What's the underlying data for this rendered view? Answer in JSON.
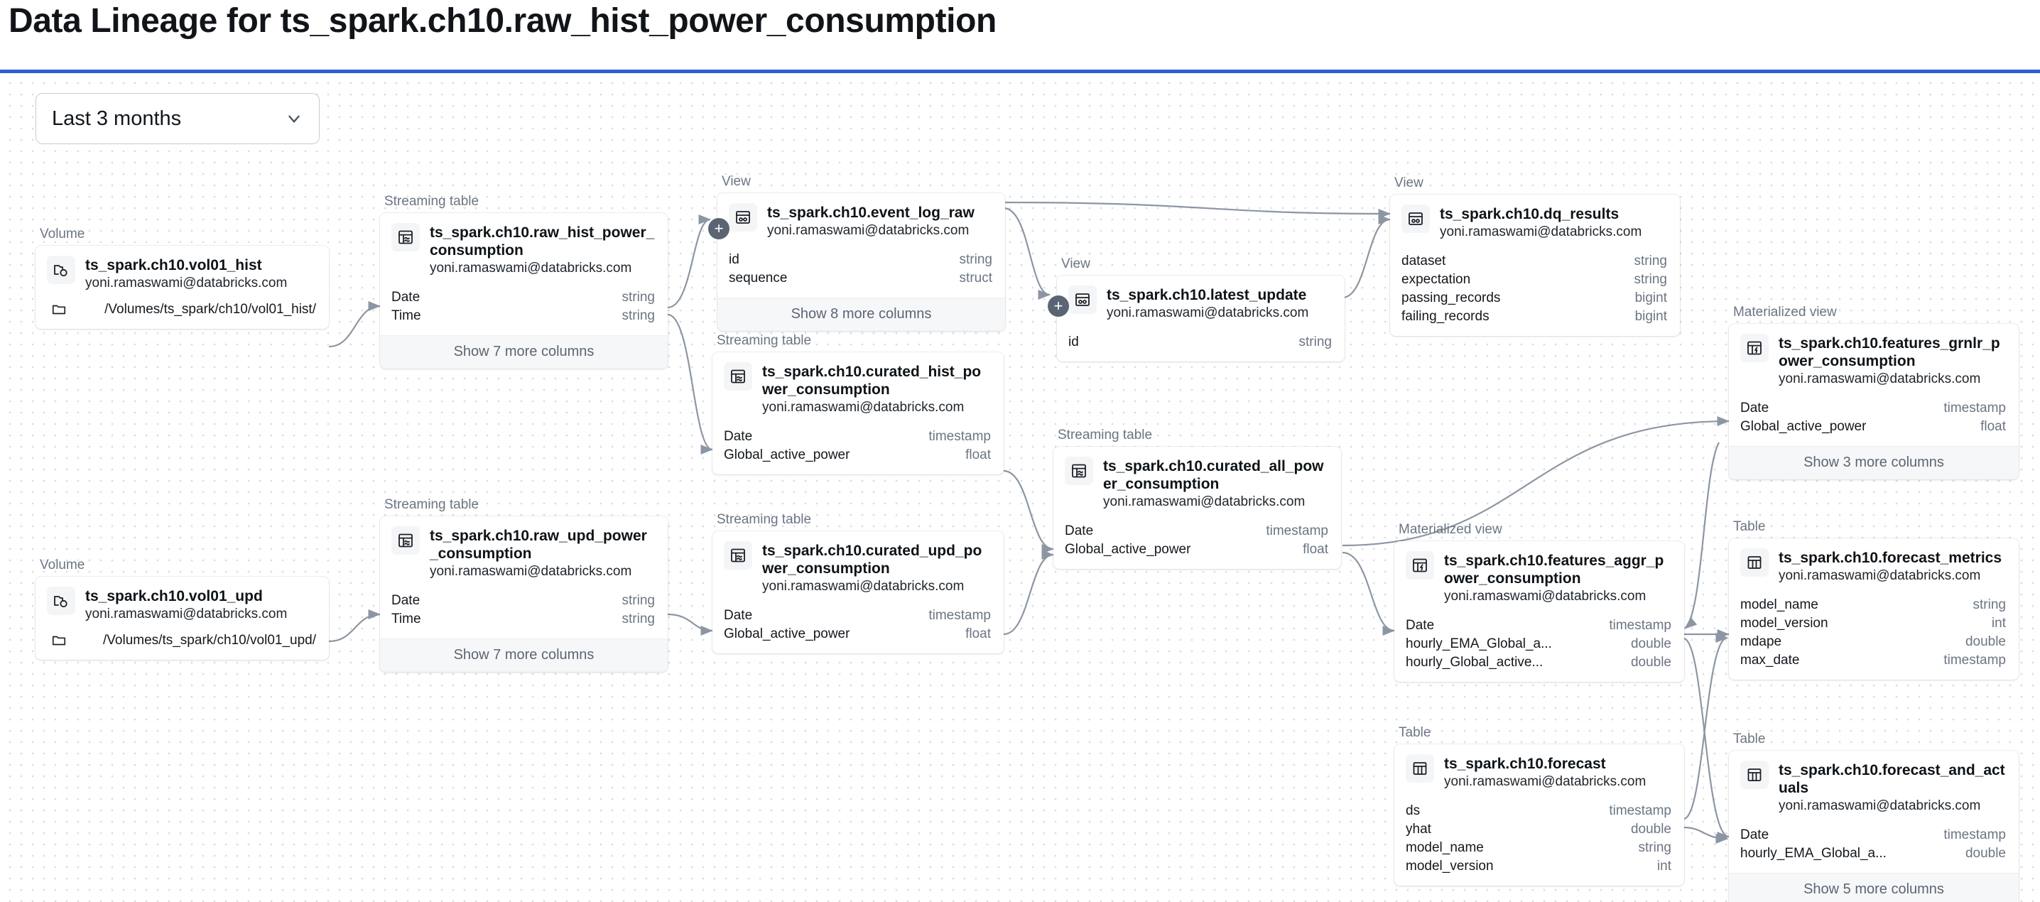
{
  "header": {
    "title": "Data Lineage for ts_spark.ch10.raw_hist_power_consumption"
  },
  "toolbar": {
    "time_range_value": "Last 3 months",
    "chevron_icon": "chevron-down-icon"
  },
  "theme": {
    "accent_rule": "#2b5fd0",
    "edge_color": "#8c96a3",
    "muted_text": "#6b7583",
    "canvas_dot": "#d9dde2",
    "badge_bg": "#5a6472"
  },
  "labels": {
    "expand_badge": "+"
  },
  "nodes": [
    {
      "id": "vol01_hist",
      "type_label": "Volume",
      "icon": "volume-cloud-folder-icon",
      "name": "ts_spark.ch10.vol01_hist",
      "owner": "yoni.ramaswami@databricks.com",
      "path": "/Volumes/ts_spark/ch10/vol01_hist/",
      "columns": [],
      "more_label": null
    },
    {
      "id": "raw_hist_power_consumption",
      "type_label": "Streaming table",
      "icon": "streaming-table-icon",
      "name": "ts_spark.ch10.raw_hist_power_consumption",
      "owner": "yoni.ramaswami@databricks.com",
      "columns": [
        {
          "name": "Date",
          "type": "string"
        },
        {
          "name": "Time",
          "type": "string"
        }
      ],
      "more_label": "Show 7 more columns"
    },
    {
      "id": "event_log_raw",
      "type_label": "View",
      "icon": "view-table-icon",
      "name": "ts_spark.ch10.event_log_raw",
      "owner": "yoni.ramaswami@databricks.com",
      "columns": [
        {
          "name": "id",
          "type": "string"
        },
        {
          "name": "sequence",
          "type": "struct"
        }
      ],
      "more_label": "Show 8 more columns",
      "expandable": true
    },
    {
      "id": "latest_update",
      "type_label": "View",
      "icon": "view-table-icon",
      "name": "ts_spark.ch10.latest_update",
      "owner": "yoni.ramaswami@databricks.com",
      "columns": [
        {
          "name": "id",
          "type": "string"
        }
      ],
      "more_label": null,
      "expandable": true
    },
    {
      "id": "dq_results",
      "type_label": "View",
      "icon": "view-table-icon",
      "name": "ts_spark.ch10.dq_results",
      "owner": "yoni.ramaswami@databricks.com",
      "columns": [
        {
          "name": "dataset",
          "type": "string"
        },
        {
          "name": "expectation",
          "type": "string"
        },
        {
          "name": "passing_records",
          "type": "bigint"
        },
        {
          "name": "failing_records",
          "type": "bigint"
        }
      ],
      "more_label": null
    },
    {
      "id": "curated_hist_power_consumption",
      "type_label": "Streaming table",
      "icon": "streaming-table-icon",
      "name": "ts_spark.ch10.curated_hist_power_consumption",
      "owner": "yoni.ramaswami@databricks.com",
      "columns": [
        {
          "name": "Date",
          "type": "timestamp"
        },
        {
          "name": "Global_active_power",
          "type": "float"
        }
      ],
      "more_label": null
    },
    {
      "id": "vol01_upd",
      "type_label": "Volume",
      "icon": "volume-cloud-folder-icon",
      "name": "ts_spark.ch10.vol01_upd",
      "owner": "yoni.ramaswami@databricks.com",
      "path": "/Volumes/ts_spark/ch10/vol01_upd/",
      "columns": [],
      "more_label": null
    },
    {
      "id": "raw_upd_power_consumption",
      "type_label": "Streaming table",
      "icon": "streaming-table-icon",
      "name": "ts_spark.ch10.raw_upd_power_consumption",
      "owner": "yoni.ramaswami@databricks.com",
      "columns": [
        {
          "name": "Date",
          "type": "string"
        },
        {
          "name": "Time",
          "type": "string"
        }
      ],
      "more_label": "Show 7 more columns"
    },
    {
      "id": "curated_upd_power_consumption",
      "type_label": "Streaming table",
      "icon": "streaming-table-icon",
      "name": "ts_spark.ch10.curated_upd_power_consumption",
      "owner": "yoni.ramaswami@databricks.com",
      "columns": [
        {
          "name": "Date",
          "type": "timestamp"
        },
        {
          "name": "Global_active_power",
          "type": "float"
        }
      ],
      "more_label": null
    },
    {
      "id": "curated_all_power_consumption",
      "type_label": "Streaming table",
      "icon": "streaming-table-icon",
      "name": "ts_spark.ch10.curated_all_power_consumption",
      "owner": "yoni.ramaswami@databricks.com",
      "columns": [
        {
          "name": "Date",
          "type": "timestamp"
        },
        {
          "name": "Global_active_power",
          "type": "float"
        }
      ],
      "more_label": null
    },
    {
      "id": "features_grnlr_power_consumption",
      "type_label": "Materialized view",
      "icon": "materialized-view-icon",
      "name": "ts_spark.ch10.features_grnlr_power_consumption",
      "owner": "yoni.ramaswami@databricks.com",
      "columns": [
        {
          "name": "Date",
          "type": "timestamp"
        },
        {
          "name": "Global_active_power",
          "type": "float"
        }
      ],
      "more_label": "Show 3 more columns"
    },
    {
      "id": "features_aggr_power_consumption",
      "type_label": "Materialized view",
      "icon": "materialized-view-icon",
      "name": "ts_spark.ch10.features_aggr_power_consumption",
      "owner": "yoni.ramaswami@databricks.com",
      "columns": [
        {
          "name": "Date",
          "type": "timestamp"
        },
        {
          "name": "hourly_EMA_Global_a...",
          "type": "double"
        },
        {
          "name": "hourly_Global_active...",
          "type": "double"
        }
      ],
      "more_label": null
    },
    {
      "id": "forecast_metrics",
      "type_label": "Table",
      "icon": "table-icon",
      "name": "ts_spark.ch10.forecast_metrics",
      "owner": "yoni.ramaswami@databricks.com",
      "columns": [
        {
          "name": "model_name",
          "type": "string"
        },
        {
          "name": "model_version",
          "type": "int"
        },
        {
          "name": "mdape",
          "type": "double"
        },
        {
          "name": "max_date",
          "type": "timestamp"
        }
      ],
      "more_label": null
    },
    {
      "id": "forecast",
      "type_label": "Table",
      "icon": "table-icon",
      "name": "ts_spark.ch10.forecast",
      "owner": "yoni.ramaswami@databricks.com",
      "columns": [
        {
          "name": "ds",
          "type": "timestamp"
        },
        {
          "name": "yhat",
          "type": "double"
        },
        {
          "name": "model_name",
          "type": "string"
        },
        {
          "name": "model_version",
          "type": "int"
        }
      ],
      "more_label": null
    },
    {
      "id": "forecast_and_actuals",
      "type_label": "Table",
      "icon": "table-icon",
      "name": "ts_spark.ch10.forecast_and_actuals",
      "owner": "yoni.ramaswami@databricks.com",
      "columns": [
        {
          "name": "Date",
          "type": "timestamp"
        },
        {
          "name": "hourly_EMA_Global_a...",
          "type": "double"
        }
      ],
      "more_label": "Show 5 more columns"
    }
  ]
}
